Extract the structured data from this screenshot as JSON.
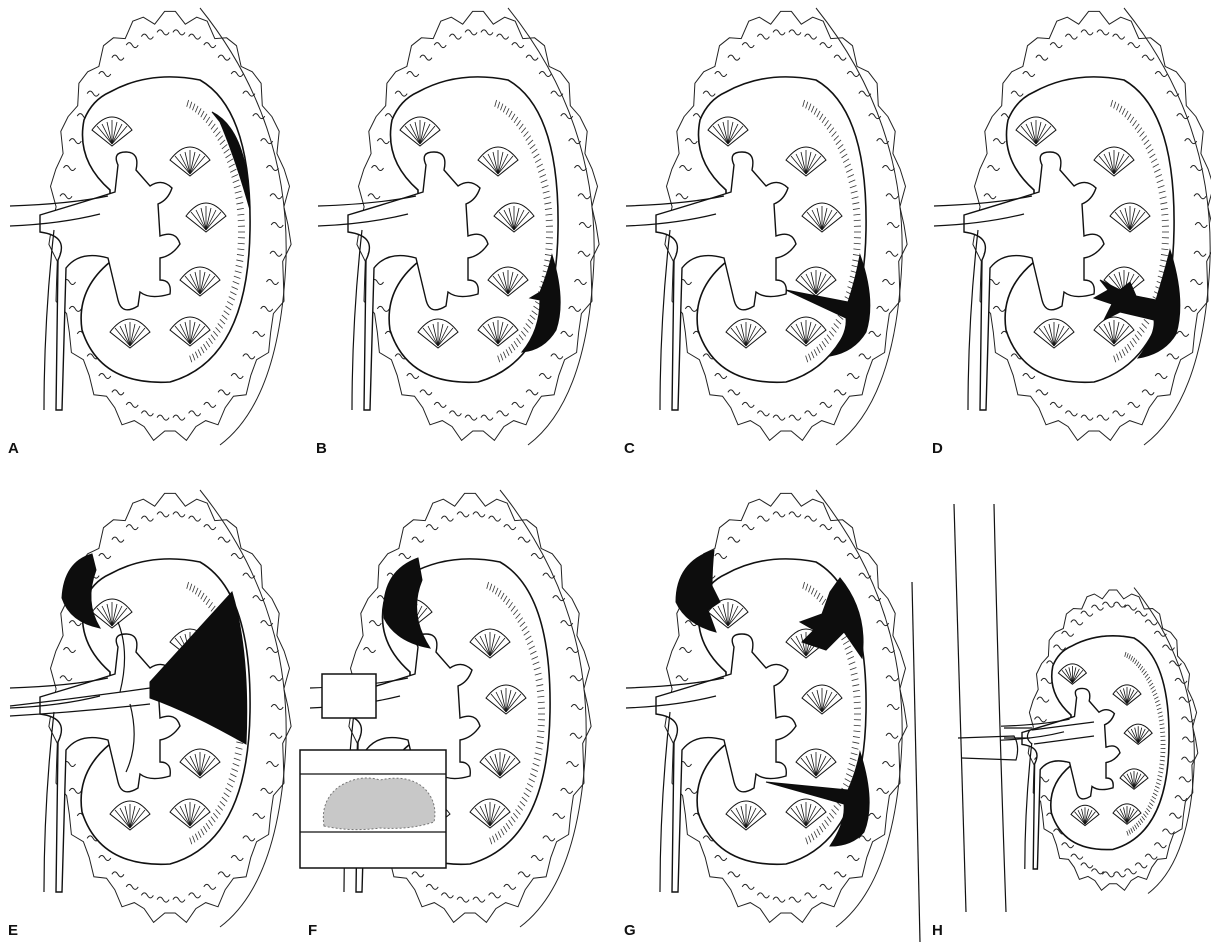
{
  "panels": [
    {
      "id": "A",
      "label": "A"
    },
    {
      "id": "B",
      "label": "B"
    },
    {
      "id": "C",
      "label": "C"
    },
    {
      "id": "D",
      "label": "D"
    },
    {
      "id": "E",
      "label": "E"
    },
    {
      "id": "F",
      "label": "F"
    },
    {
      "id": "G",
      "label": "G"
    },
    {
      "id": "H",
      "label": "H"
    }
  ],
  "colors": {
    "ink": "#111111",
    "hematoma": "#0d0d0d",
    "clot": "#c8c8c8",
    "background": "#ffffff"
  }
}
